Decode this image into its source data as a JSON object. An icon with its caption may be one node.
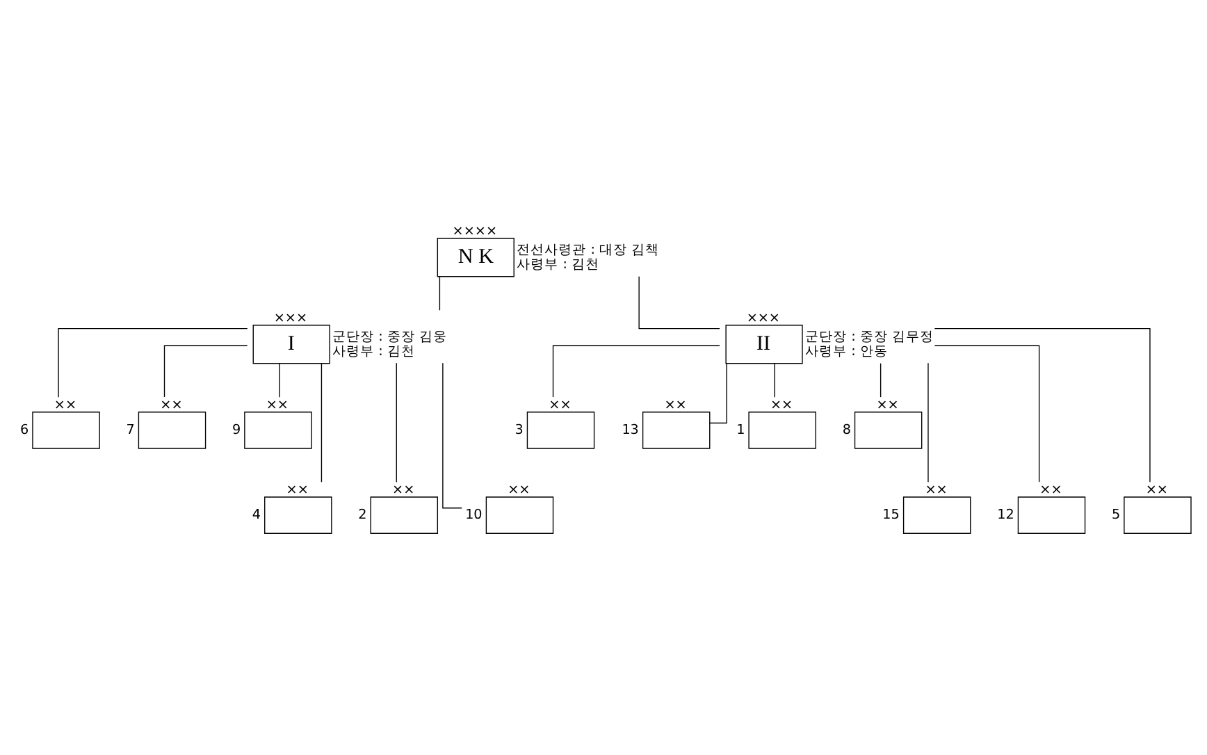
{
  "diagram": {
    "nodes": [
      {
        "text": [
          "××××",
          "N K"
        ],
        "beside": [
          "전선사령관 : 대장 김책",
          "사령부 : 김천"
        ]
      },
      {
        "text": [
          "×××",
          "I"
        ],
        "beside": [
          "군단장 : 중장 김웅",
          "사령부 : 김천"
        ]
      },
      {
        "text": [
          "×××",
          "II"
        ],
        "beside": [
          "군단장 : 중장 김무정",
          "사령부 : 안동"
        ]
      },
      {
        "text": [
          "××"
        ],
        "beside": [
          "6"
        ]
      },
      {
        "text": [
          "××"
        ],
        "beside": [
          "7"
        ]
      },
      {
        "text": [
          "××"
        ],
        "beside": [
          "9"
        ]
      },
      {
        "text": [
          "××"
        ],
        "beside": [
          "3"
        ]
      },
      {
        "text": [
          "××"
        ],
        "beside": [
          "13"
        ]
      },
      {
        "text": [
          "××"
        ],
        "beside": [
          "1"
        ]
      },
      {
        "text": [
          "××"
        ],
        "beside": [
          "8"
        ]
      },
      {
        "text": [
          "××"
        ],
        "beside": [
          "4"
        ]
      },
      {
        "text": [
          "××"
        ],
        "beside": [
          "2"
        ]
      },
      {
        "text": [
          "××"
        ],
        "beside": [
          "10"
        ]
      },
      {
        "text": [
          "××"
        ],
        "beside": [
          "15"
        ]
      },
      {
        "text": [
          "××"
        ],
        "beside": [
          "12"
        ]
      },
      {
        "text": [
          "××"
        ],
        "beside": [
          "5"
        ]
      }
    ],
    "edges": [
      {
        "from": 0,
        "to": 1,
        "arrow": "none"
      },
      {
        "from": 0,
        "to": 2,
        "arrow": "none"
      },
      {
        "from": 1,
        "to": 3,
        "arrow": "none"
      },
      {
        "from": 1,
        "to": 4,
        "arrow": "none"
      },
      {
        "from": 1,
        "to": 5,
        "arrow": "none"
      },
      {
        "from": 2,
        "to": 6,
        "arrow": "none"
      },
      {
        "from": 2,
        "to": 7,
        "arrow": "none"
      },
      {
        "from": 2,
        "to": 8,
        "arrow": "none"
      },
      {
        "from": 2,
        "to": 9,
        "arrow": "none"
      },
      {
        "from": 1,
        "to": 10,
        "arrow": "none"
      },
      {
        "from": 1,
        "to": 11,
        "arrow": "none"
      },
      {
        "from": 1,
        "to": 12,
        "arrow": "none"
      },
      {
        "from": 2,
        "to": 13,
        "arrow": "none"
      },
      {
        "from": 2,
        "to": 14,
        "arrow": "none"
      },
      {
        "from": 2,
        "to": 15,
        "arrow": "none"
      }
    ]
  }
}
